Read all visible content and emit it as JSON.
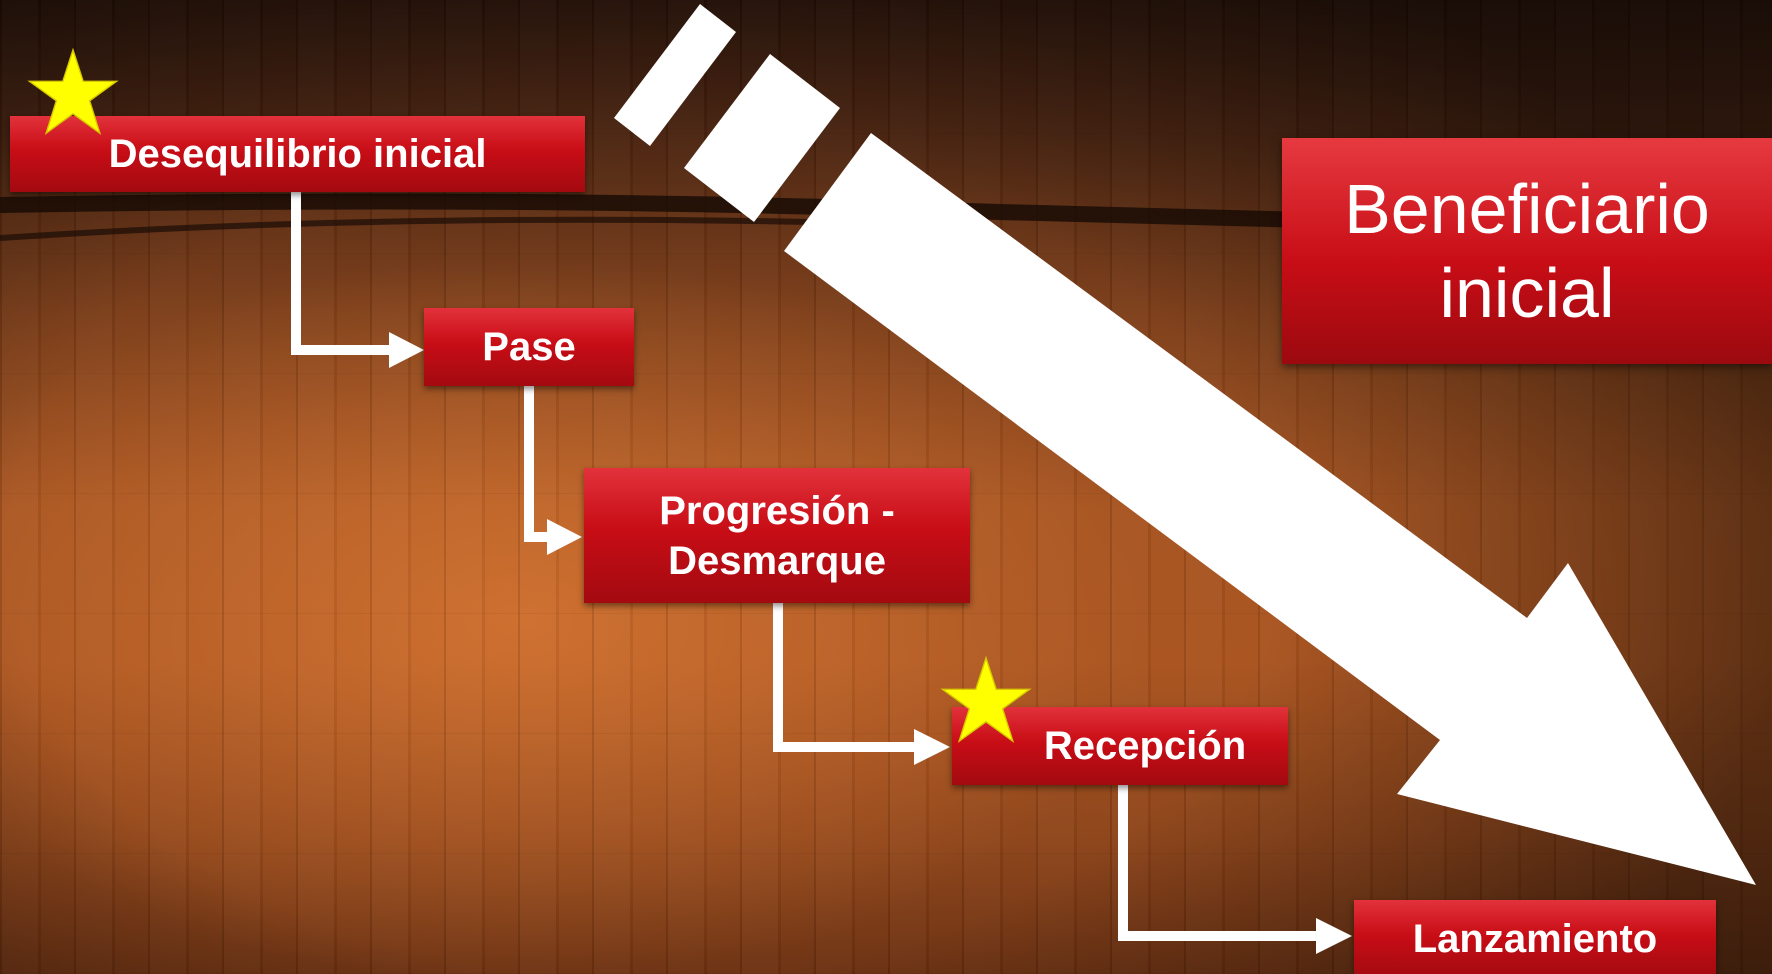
{
  "title_box": {
    "line1": "Beneficiario",
    "line2": "inicial"
  },
  "steps": [
    {
      "label": "Desequilibrio inicial",
      "starred": true
    },
    {
      "label": "Pase",
      "starred": false
    },
    {
      "label": "Progresión -",
      "label2": "Desmarque",
      "starred": false
    },
    {
      "label": "Recepción",
      "starred": true
    },
    {
      "label": "Lanzamiento",
      "starred": false
    }
  ],
  "colors": {
    "box_red": "#c80d16",
    "arrow_white": "#ffffff",
    "star_yellow": "#ffff00",
    "floor": "#a6531f"
  }
}
